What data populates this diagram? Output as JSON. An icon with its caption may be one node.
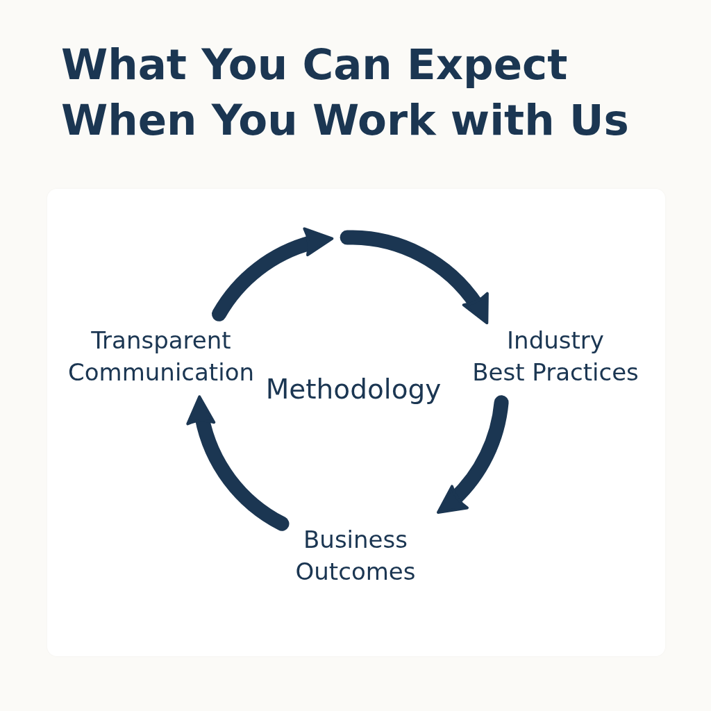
{
  "diagram": {
    "title": "What You Can Expect When You Work with Us",
    "nodes": [
      {
        "text": [
          "Transparent Communication"
        ]
      },
      {
        "text": [
          "Industry Best Practices"
        ]
      },
      {
        "text": [
          "Business Outcomes"
        ]
      }
    ],
    "edges": [
      {
        "from": 0,
        "to": null,
        "arrow": "to"
      },
      {
        "from": null,
        "to": 1,
        "arrow": "to"
      },
      {
        "from": 1,
        "to": 2,
        "arrow": "to"
      },
      {
        "from": 2,
        "to": 0,
        "arrow": "to"
      }
    ],
    "labels": [
      "Methodology"
    ]
  }
}
